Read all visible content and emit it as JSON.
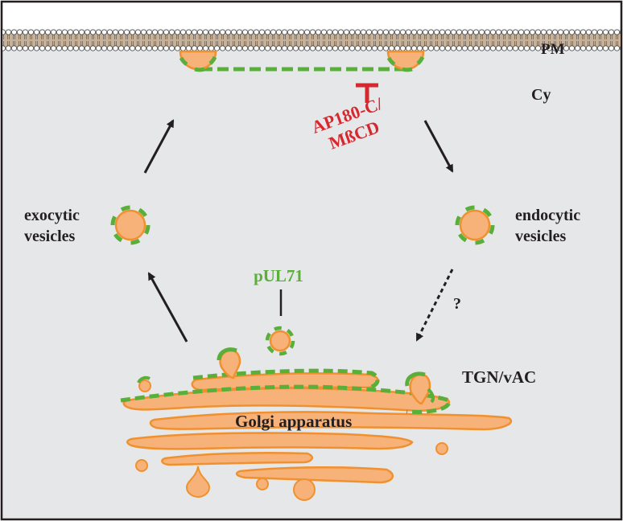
{
  "labels": {
    "plasma_membrane": "PM",
    "cytoplasm": "Cy",
    "inhibitor_line1": "AP180-C/",
    "inhibitor_line2": "MßCD",
    "exocytic_line1": "exocytic",
    "exocytic_line2": "vesicles",
    "endocytic_line1": "endocytic",
    "endocytic_line2": "vesicles",
    "protein": "pUL71",
    "question_mark": "?",
    "tgn": "TGN/vAC",
    "golgi": "Golgi apparatus"
  },
  "colors": {
    "background": "#e6e7e8",
    "membrane": "#c7b299",
    "vesicle_fill": "#f7b27a",
    "vesicle_stroke": "#f0902f",
    "protein_green": "#5aaf3a",
    "inhibitor_red": "#d7282f",
    "arrow": "#231f20"
  }
}
